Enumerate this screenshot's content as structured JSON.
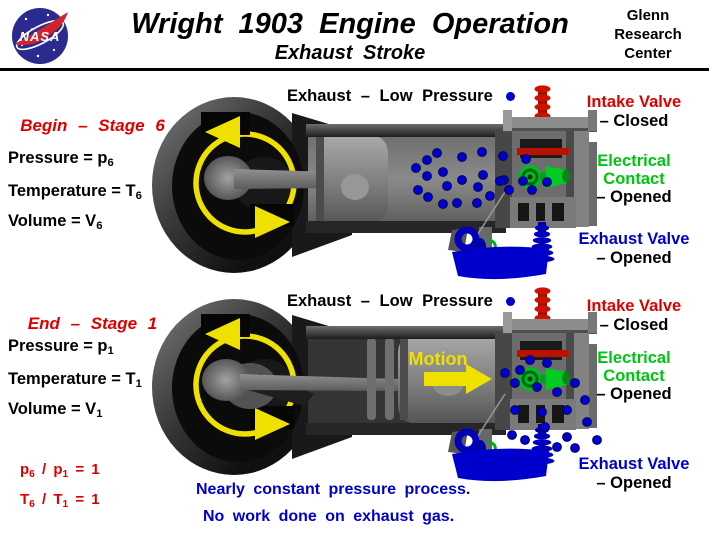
{
  "header": {
    "title": "Wright 1903 Engine Operation",
    "subtitle": "Exhaust Stroke",
    "org_lines": [
      "Glenn",
      "Research",
      "Center"
    ],
    "logo_text": "NASA"
  },
  "stages": [
    {
      "name": "begin",
      "stage_label": "Begin – Stage 6",
      "exhaust_label": "Exhaust –  Low Pressure",
      "vars": [
        {
          "t": "Pressure = p",
          "sub": "6"
        },
        {
          "t": "Temperature = T",
          "sub": "6"
        },
        {
          "t": "Volume = V",
          "sub": "6"
        }
      ],
      "valves": {
        "intake_title": "Intake Valve",
        "intake_state": "– Closed",
        "contact_line1": "Electrical",
        "contact_line2": "Contact",
        "contact_state": "– Opened",
        "exhaust_title": "Exhaust Valve",
        "exhaust_state": "– Opened"
      }
    },
    {
      "name": "end",
      "stage_label": "End – Stage 1",
      "exhaust_label": "Exhaust –  Low Pressure",
      "motion_label": "Motion",
      "vars": [
        {
          "t": "Pressure = p",
          "sub": "1"
        },
        {
          "t": "Temperature = T",
          "sub": "1"
        },
        {
          "t": "Volume = V",
          "sub": "1"
        }
      ],
      "valves": {
        "intake_title": "Intake Valve",
        "intake_state": "– Closed",
        "contact_line1": "Electrical",
        "contact_line2": "Contact",
        "contact_state": "– Opened",
        "exhaust_title": "Exhaust Valve",
        "exhaust_state": "– Opened"
      }
    }
  ],
  "equations": [
    {
      "a": "p",
      "a_sub": "6",
      "b": " / p",
      "b_sub": "1",
      "c": "  =  1"
    },
    {
      "a": "T",
      "a_sub": "6",
      "b": " / T",
      "b_sub": "1",
      "c": "  =  1"
    }
  ],
  "notes": [
    "Nearly  constant  pressure  process.",
    "No  work  done  on  exhaust  gas."
  ],
  "colors": {
    "accent_red": "#dd0000",
    "accent_blue": "#0000cc",
    "accent_green": "#00c411",
    "accent_yellow": "#f0e000",
    "gas_dot": "#0000cc"
  }
}
